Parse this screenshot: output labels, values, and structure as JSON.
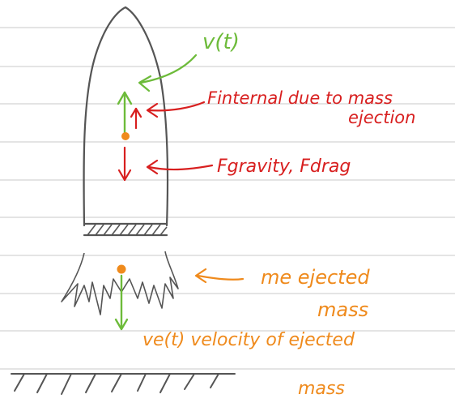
{
  "labels": {
    "velocity": "v(t)",
    "f_internal": "Finternal due to mass ejection",
    "f_gravity_drag": "Fgravity, Fdrag",
    "ejected_mass": "me ejected mass",
    "ejection_velocity": "ve(t) velocity of ejected mass"
  },
  "colors": {
    "ruled_line": "#c9c9c9",
    "outline": "#555555",
    "green": "#6dbb3a",
    "red": "#d81f1f",
    "orange": "#ef8a1c"
  }
}
